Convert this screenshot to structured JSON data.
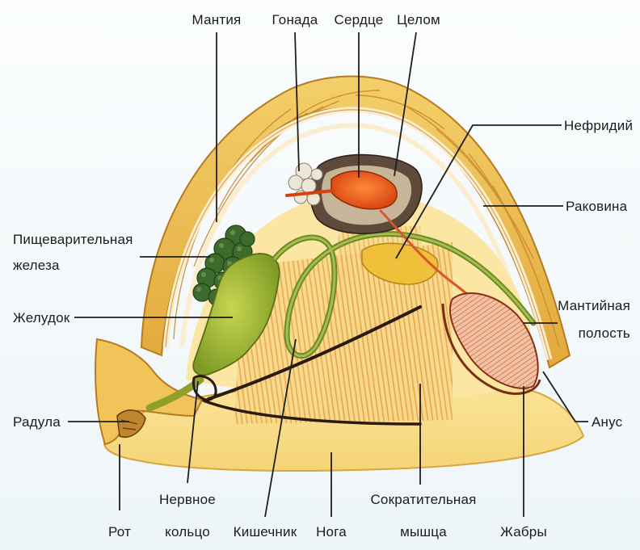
{
  "diagram": {
    "labels": {
      "mantle": "Мантия",
      "gonad": "Гонада",
      "heart": "Сердце",
      "coelom": "Целом",
      "nephridium": "Нефридий",
      "shell": "Раковина",
      "digestive_gland_line1": "Пищеварительная",
      "digestive_gland_line2": "железа",
      "stomach": "Желудок",
      "mantle_cavity_line1": "Мантийная",
      "mantle_cavity_line2": "полость",
      "radula": "Радула",
      "anus": "Анус",
      "mouth": "Рот",
      "nerve_ring_line1": "Нервное",
      "nerve_ring_line2": "кольцо",
      "intestine": "Кишечник",
      "foot": "Нога",
      "retractor_muscle_line1": "Сократительная",
      "retractor_muscle_line2": "мышца",
      "gills": "Жабры"
    },
    "colors": {
      "shell": "#e9b84a",
      "shell_ribs": "#c98a2a",
      "foot": "#f6db7e",
      "muscle": "#e7a24a",
      "digestive_gland": "#3d6b2e",
      "stomach": "#a2b83c",
      "intestine": "#6d8a2a",
      "heart": "#e8561c",
      "nerve": "#2a1a10",
      "gills": "#e79a72"
    }
  }
}
